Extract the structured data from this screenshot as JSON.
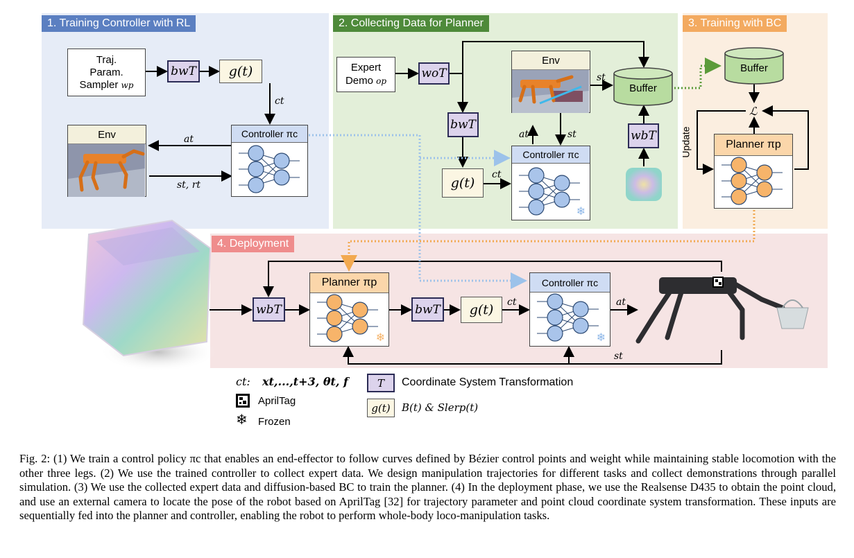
{
  "sections": {
    "s1": "1. Training Controller with RL",
    "s2": "2. Collecting Data for Planner",
    "s3": "3. Training with BC",
    "s4": "4. Deployment"
  },
  "s1": {
    "sampler_l1": "Traj.",
    "sampler_l2": "Param.",
    "sampler_l3": "Sampler ",
    "sampler_sym": "wp",
    "transform": "bwT",
    "g": "g(t)",
    "ct": "ct",
    "env": "Env",
    "controller": "Controller πc",
    "at": "at",
    "strt": "st, rt"
  },
  "s2": {
    "expert_l1": "Expert",
    "expert_l2": "Demo ",
    "expert_sym": "op",
    "transform_wo": "woT",
    "env": "Env",
    "st_top": "st",
    "buffer": "Buffer",
    "transform_bw": "bwT",
    "at": "at",
    "st": "st",
    "controller": "Controller πc",
    "g": "g(t)",
    "ct": "ct",
    "transform_wb": "wbT"
  },
  "s3": {
    "buffer": "Buffer",
    "loss": "ℒ",
    "update": "Update",
    "planner": "Planner πp"
  },
  "s4": {
    "transform_wb": "wbT",
    "planner": "Planner πp",
    "transform_bw": "bwT",
    "g": "g(t)",
    "ct": "ct",
    "controller": "Controller πc",
    "at": "at",
    "st": "st"
  },
  "legend": {
    "ct_label": "ct:",
    "ct_def": "xt,...,t+3, θt, f",
    "apriltag": "AprilTag",
    "frozen": "Frozen",
    "t_sym": "T",
    "t_desc": "Coordinate System Transformation",
    "g_sym": "g(t)",
    "g_desc": "B(t) & Slerp(t)"
  },
  "caption": "Fig. 2: (1) We train a control policy πc that enables an end-effector to follow curves defined by Bézier control points and weight while maintaining stable locomotion with the other three legs. (2) We use the trained controller to collect expert data. We design manipulation trajectories for different tasks and collect demonstrations through parallel simulation. (3) We use the collected expert data and diffusion-based BC to train the planner. (4) In the deployment phase, we use the Realsense D435 to obtain the point cloud, and use an external camera to locate the pose of the robot based on AprilTag [32] for trajectory parameter and point cloud coordinate system transformation. These inputs are sequentially fed into the planner and controller, enabling the robot to perform whole-body loco-manipulation tasks.",
  "colors": {
    "s1_bg": "#e6ecf7",
    "s1_tag": "#5b7fc1",
    "s2_bg": "#e3efd9",
    "s2_tag": "#4e8a3a",
    "s3_bg": "#fbeee0",
    "s3_tag": "#f3aa60",
    "s4_bg": "#f6e4e4",
    "s4_tag": "#ef8c8c",
    "node_blue": "#a9c4ea",
    "node_orange": "#f7b46a",
    "buffer_green": "#b8dca0",
    "planner_head": "#fbd6aa",
    "controller_head": "#cfdcf3"
  }
}
